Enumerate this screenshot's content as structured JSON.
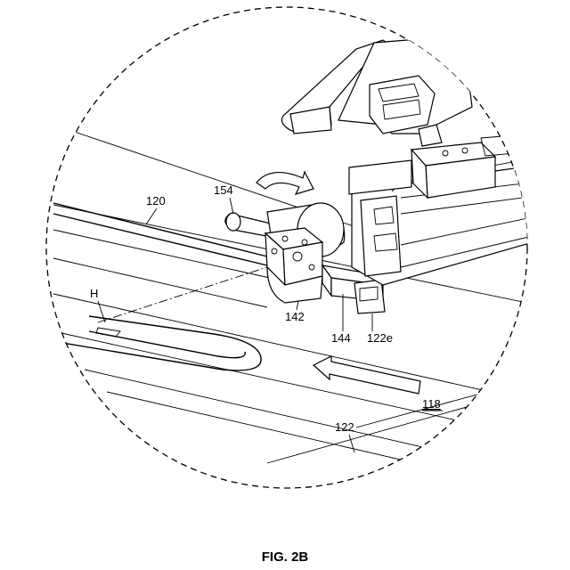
{
  "figure": {
    "caption": "FIG. 2B",
    "labels": {
      "l120": "120",
      "l154": "154",
      "lH": "H",
      "l142": "142",
      "l144": "144",
      "l122e": "122e",
      "l118": "118",
      "l122": "122"
    }
  }
}
